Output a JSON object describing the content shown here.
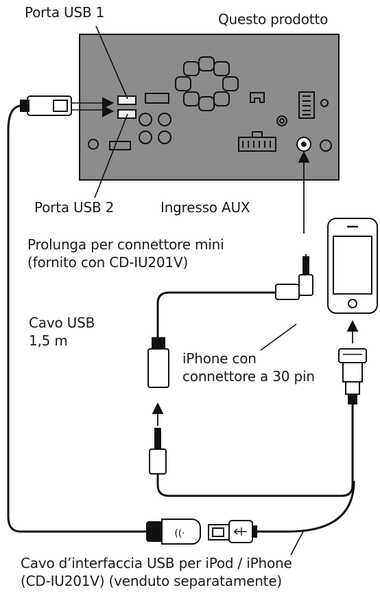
{
  "labels": {
    "porta_usb_1": "Porta USB 1",
    "questo_prodotto": "Questo prodotto",
    "porta_usb_2": "Porta USB 2",
    "ingresso_aux": "Ingresso AUX",
    "prolunga_line1": "Prolunga per connettore mini",
    "prolunga_line2": "(fornito con CD-IU201V)",
    "cavo_usb_line1": "Cavo USB",
    "cavo_usb_line2": "1,5 m",
    "iphone_line1": "iPhone con",
    "iphone_line2": "connettore a 30 pin",
    "interfaccia_line1": "Cavo d’interfaccia USB per iPod / iPhone",
    "interfaccia_line2": "(CD-IU201V) (venduto separatamente)"
  },
  "colors": {
    "unit_fill": "#8c8c8c",
    "line": "#111111",
    "text": "#1a1a1a"
  }
}
